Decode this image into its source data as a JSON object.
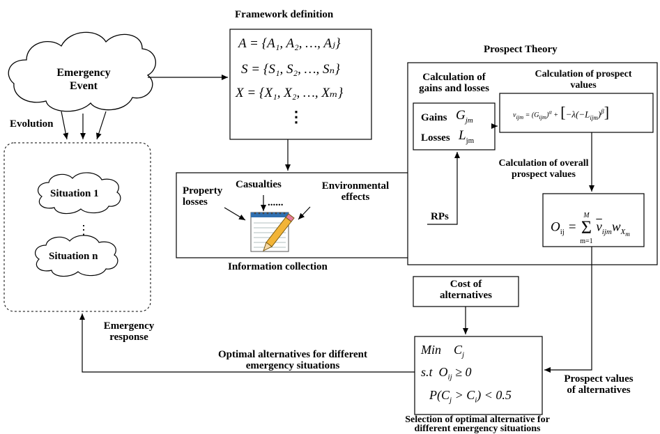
{
  "title_framework": "Framework definition",
  "title_prospect": "Prospect Theory",
  "emergency_event": [
    "Emergency",
    "Event"
  ],
  "evolution": "Evolution",
  "situation_1": "Situation 1",
  "situation_n": "Situation n",
  "vertical_dots": "⋮",
  "framework_sets": {
    "a": "A = {A₁, A₂, …, Aⱼ}",
    "s": "S = {S₁, S₂, …, Sₙ}",
    "x": "X = {X₁, X₂, …, Xₘ}"
  },
  "info_items": {
    "casualties": "Casualties",
    "property": [
      "Property",
      "losses"
    ],
    "environmental": [
      "Environmental",
      "effects"
    ],
    "ellipsis": "......"
  },
  "info_collection": "Information collection",
  "rps": "RPs",
  "gains_losses_title": [
    "Calculation of",
    "gains and losses"
  ],
  "gains_label": "Gains",
  "gains_symbol": "G_jm",
  "losses_label": "Losses",
  "losses_symbol": "L_jm",
  "prospect_values_title": [
    "Calculation of prospect",
    "values"
  ],
  "prospect_formula": "v_ijm = (G_ijm)^α + [−λ(−L_ijm)^β]",
  "overall_title": [
    "Calculation of overall",
    "prospect values"
  ],
  "overall_formula": "O_ij = Σ v̄_ijm w_Xm",
  "cost_title": [
    "Cost of",
    "alternatives"
  ],
  "selection_lines": [
    "Min   C_j",
    "s.t  O_ij ≥ 0",
    "P(C_j > C_i) < 0.5"
  ],
  "selection_title": [
    "Selection of optimal alternative for",
    "different emergency situations"
  ],
  "prospect_of_alternatives": [
    "Prospect values",
    "of alternatives"
  ],
  "optimal_alternatives": [
    "Optimal alternatives for different",
    "emergency situations"
  ],
  "emergency_response": [
    "Emergency",
    "response"
  ]
}
